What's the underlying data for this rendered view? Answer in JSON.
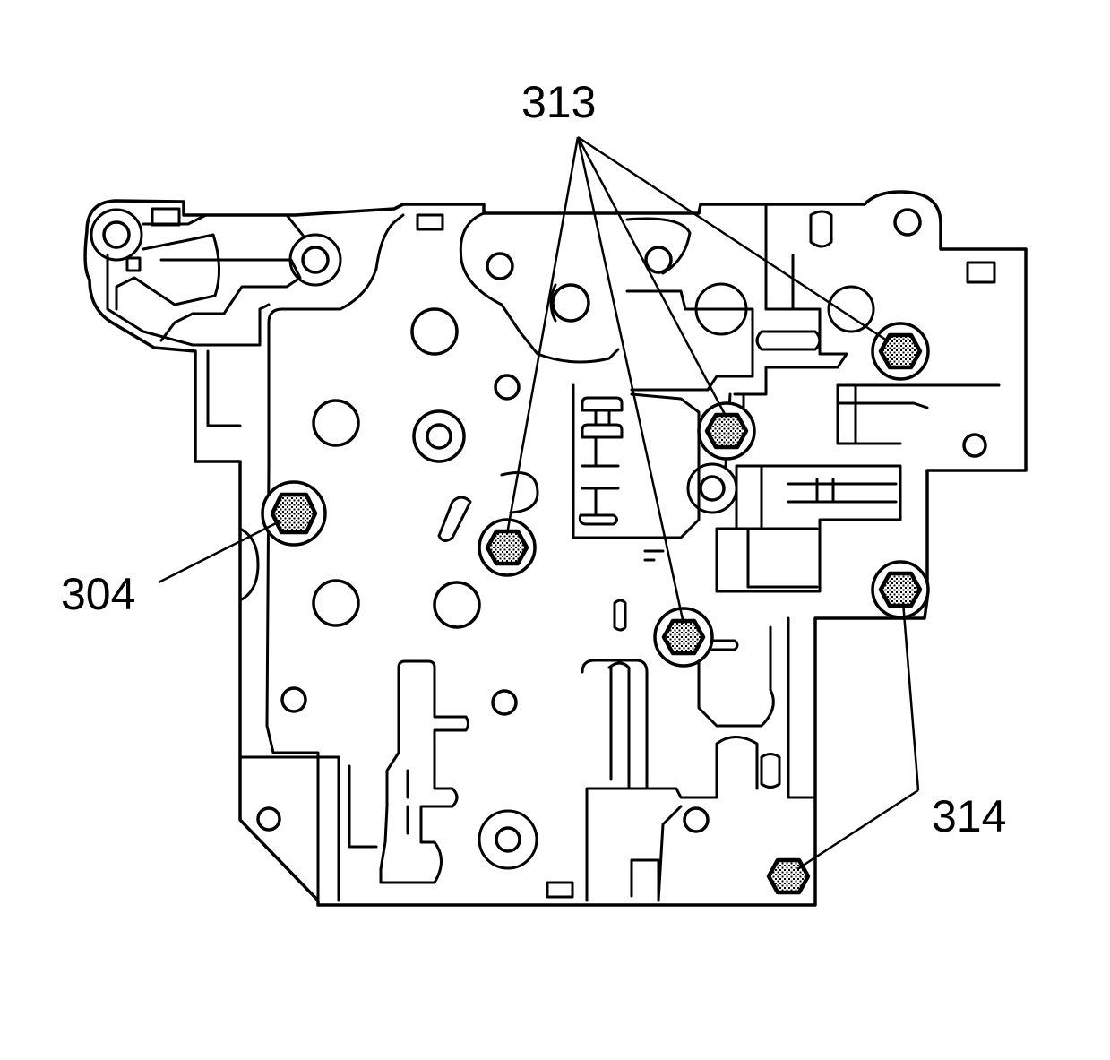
{
  "diagram": {
    "callouts": {
      "c313": "313",
      "c304": "304",
      "c314": "314"
    }
  }
}
